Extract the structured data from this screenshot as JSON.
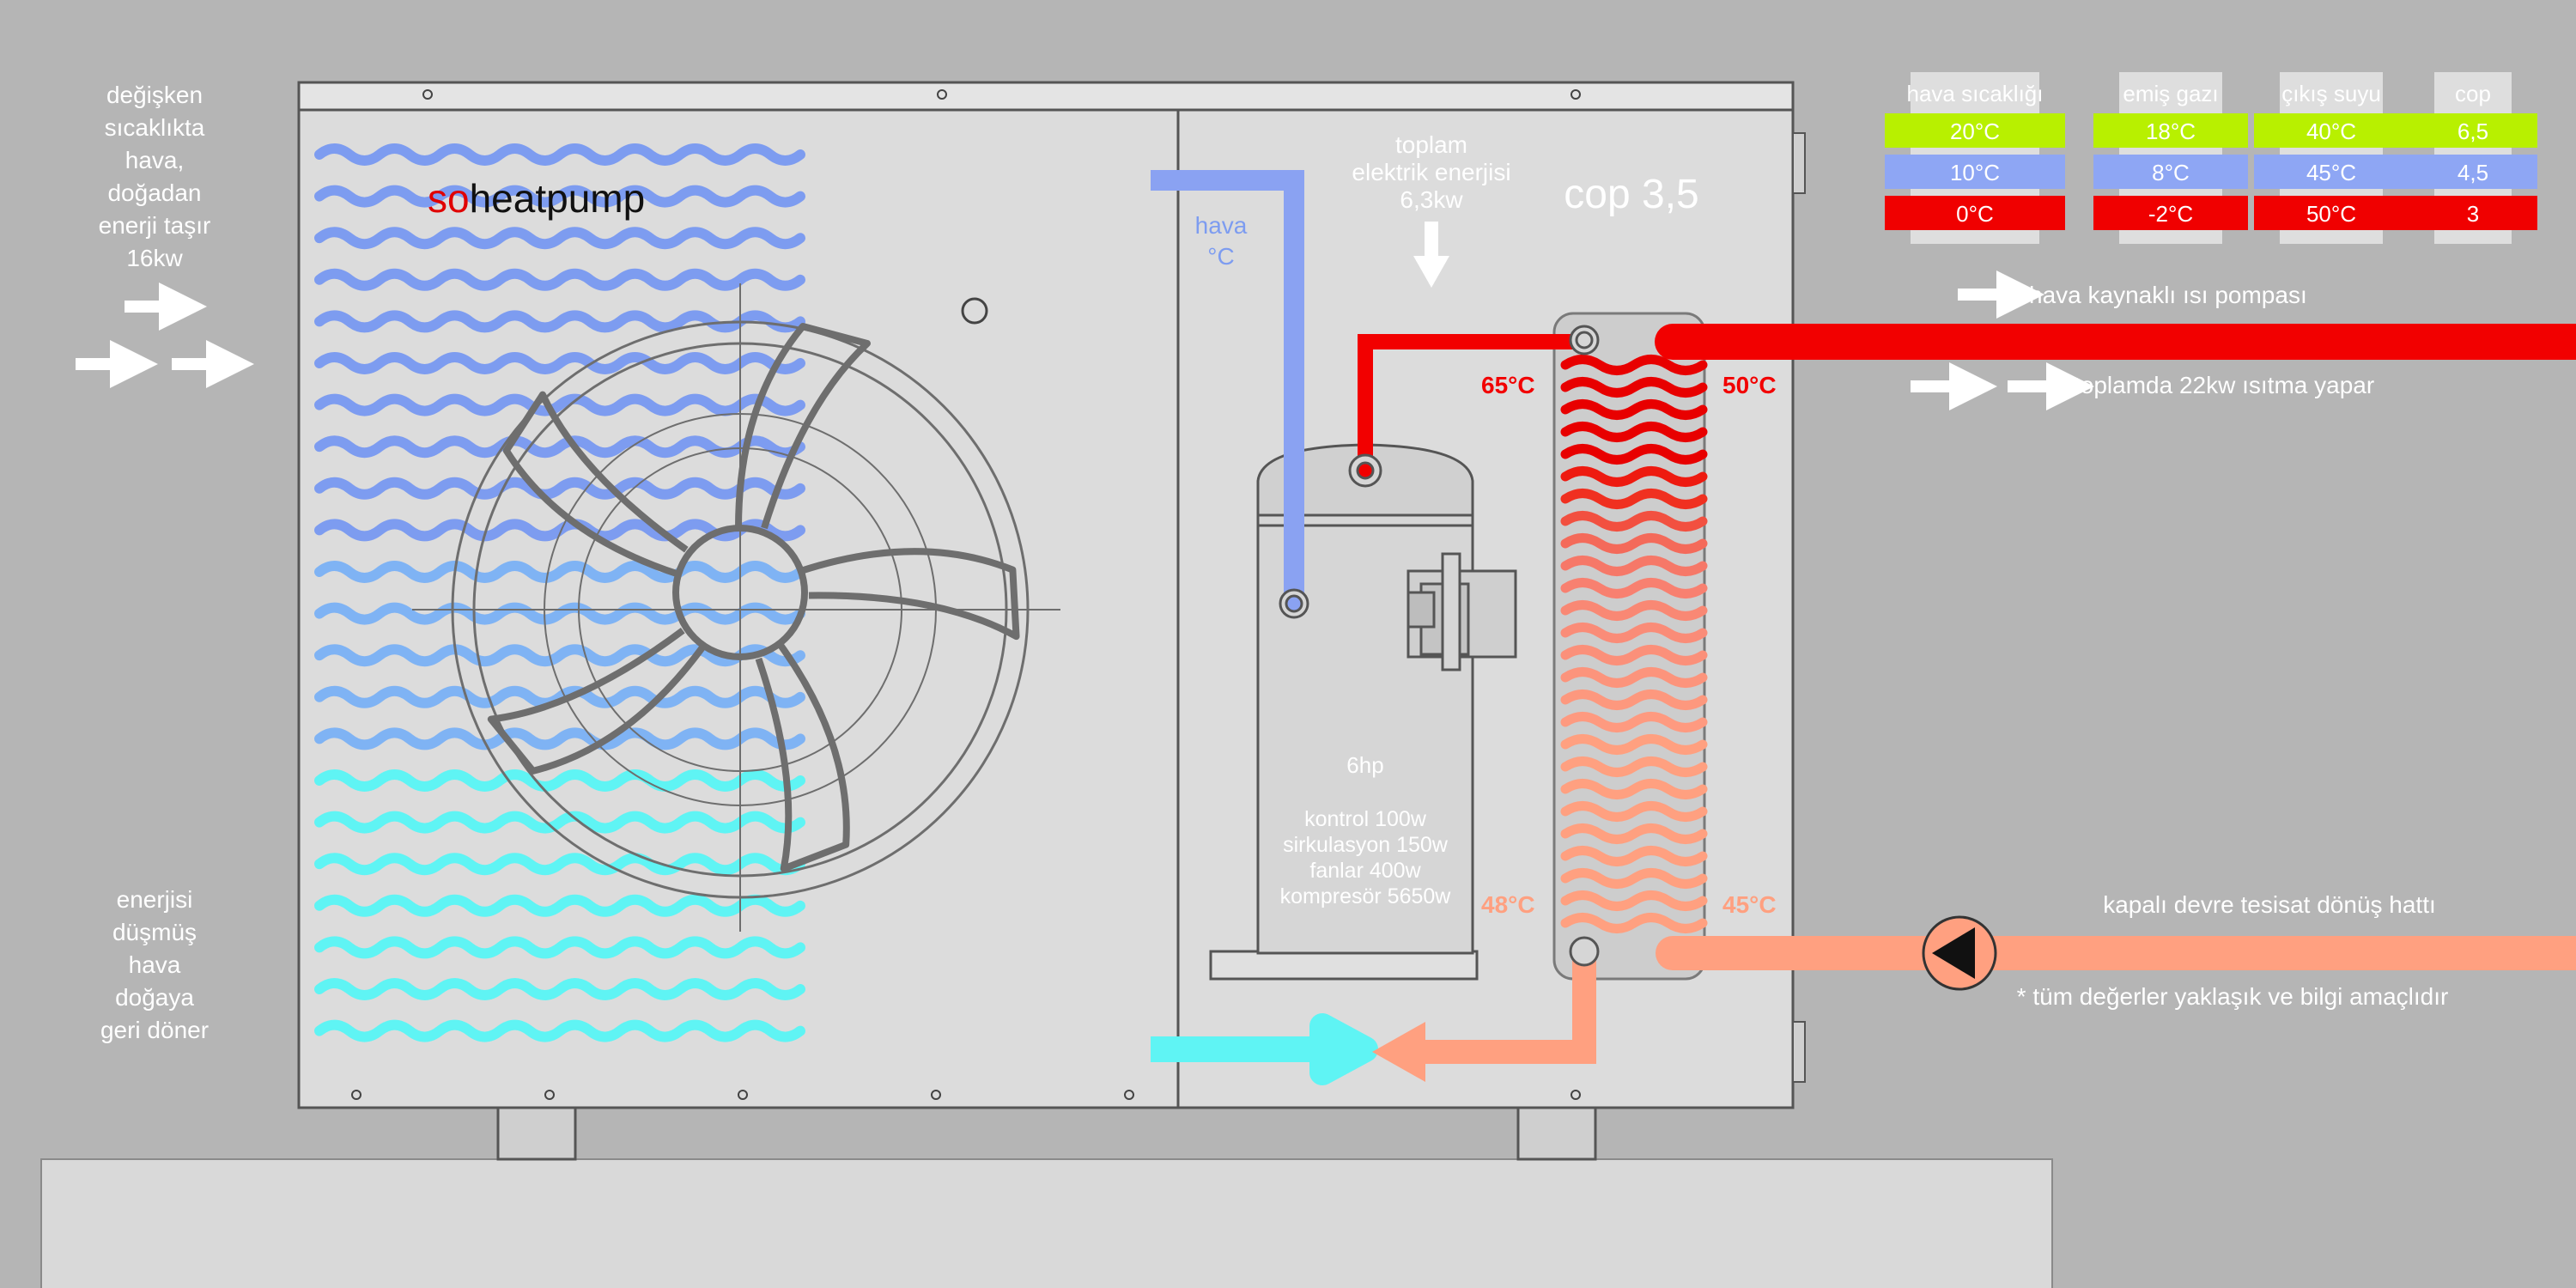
{
  "brand": {
    "prefix": "so",
    "suffix": "heatpump",
    "prefix_color": "#e00000",
    "suffix_color": "#111111"
  },
  "left_top_label": [
    "değişken",
    "sıcaklıkta",
    "hava,",
    "doğadan",
    "enerji taşır",
    "16kw"
  ],
  "left_bottom_label": [
    "enerjisi",
    "düşmüş",
    "hava",
    "doğaya",
    "geri döner"
  ],
  "air_temp_label": [
    "hava",
    "°C"
  ],
  "electric_label": [
    "toplam",
    "elektrik enerjisi",
    "6,3kw"
  ],
  "cop_label": "cop 3,5",
  "compressor": {
    "hp": "6hp",
    "lines": [
      "kontrol 100w",
      "sirkulasyon 150w",
      "fanlar 400w",
      "kompresör 5650w"
    ]
  },
  "temps": {
    "hot_in": "65°C",
    "hot_out": "50°C",
    "cold_in": "48°C",
    "cold_out": "45°C"
  },
  "right_labels": {
    "pump": "hava kaynaklı ısı pompası",
    "total": "toplamda 22kw ısıtma yapar",
    "return_line": "kapalı devre tesisat dönüş hattı",
    "note": "* tüm değerler yaklaşık ve bilgi amaçlıdır"
  },
  "table": {
    "headers": [
      "hava sıcaklığı",
      "emiş gazı",
      "çıkış suyu",
      "cop"
    ],
    "rows": [
      {
        "color": "#b8f000",
        "cells": [
          "20°C",
          "18°C",
          "40°C",
          "6,5"
        ]
      },
      {
        "color": "#8ea6f4",
        "cells": [
          "10°C",
          "8°C",
          "45°C",
          "4,5"
        ]
      },
      {
        "color": "#f00000",
        "cells": [
          "0°C",
          "-2°C",
          "50°C",
          "3"
        ]
      }
    ]
  },
  "colors": {
    "background": "#b5b5b5",
    "panel": "#dcdcdc",
    "wave_blue": "#7d9cf0",
    "wave_light_blue": "#7fb3f4",
    "wave_cyan": "#5ff4f4",
    "hot_red": "#f20000",
    "warm_pink": "#ff8a7a",
    "salmon": "#ffa080",
    "suction_blue": "#8aa2f2"
  },
  "icons": [
    "fan-icon",
    "arrow-right-icon",
    "arrow-down-icon",
    "pump-icon",
    "compressor-icon"
  ]
}
